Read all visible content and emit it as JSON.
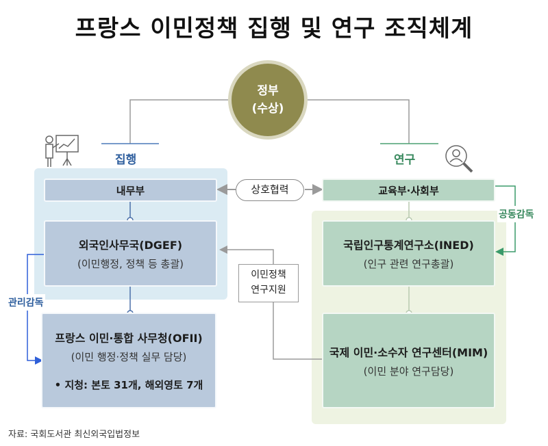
{
  "title": "프랑스 이민정책 집행 및 연구 조직체계",
  "government": {
    "line1": "정부",
    "line2": "(수상)"
  },
  "left_label": "집행",
  "right_label": "연구",
  "left": {
    "ministry": "내무부",
    "dgef_title": "외국인사무국(DGEF)",
    "dgef_sub": "(이민행정, 정책 등 총괄)",
    "ofii_title": "프랑스 이민·통합 사무청(OFII)",
    "ofii_sub": "(이민 행정·정책 실무 담당)",
    "ofii_note": "• 지청: 본토 31개, 해외영토 7개"
  },
  "right": {
    "ministry": "교육부·사회부",
    "ined_title": "국립인구통계연구소(INED)",
    "ined_sub": "(인구 관련 연구총괄)",
    "mim_title": "국제 이민·소수자 연구센터(MIM)",
    "mim_sub": "(이민 분야 연구담당)"
  },
  "cooperation": "상호협력",
  "support_line1": "이민정책",
  "support_line2": "연구지원",
  "supervision_left": "관리감독",
  "supervision_right": "공동감독",
  "source": "자료: 국회도서관 최신외국입법정보",
  "colors": {
    "gov": "#8f8a4e",
    "blue_box": "#b9c9dc",
    "green_box": "#b6d5c3",
    "blue_text": "#2f5f9e",
    "green_text": "#3a8a5f"
  },
  "icons": [
    "presenter-chart-icon",
    "person-magnifier-icon"
  ]
}
